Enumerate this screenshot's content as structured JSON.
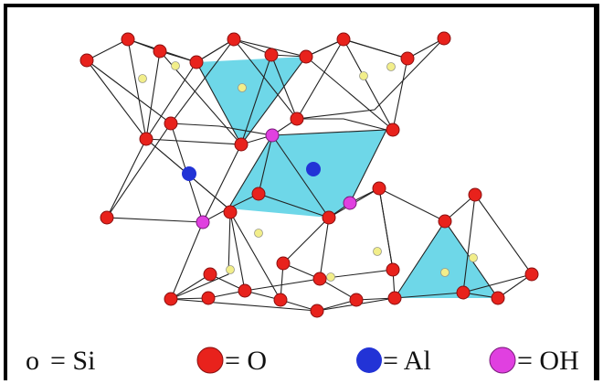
{
  "colors": {
    "si_atom": "#f2ee8a",
    "o_atom": "#e8221c",
    "al_atom": "#2233d6",
    "oh_atom": "#e040e0",
    "polyhedron_fill": "#5ed3e6",
    "bond_line": "#222222"
  },
  "legend": {
    "si": {
      "symbol_text": "o",
      "label": "= Si"
    },
    "o": {
      "label": "= O"
    },
    "al": {
      "label": "= Al"
    },
    "oh": {
      "label": "= OH"
    }
  }
}
